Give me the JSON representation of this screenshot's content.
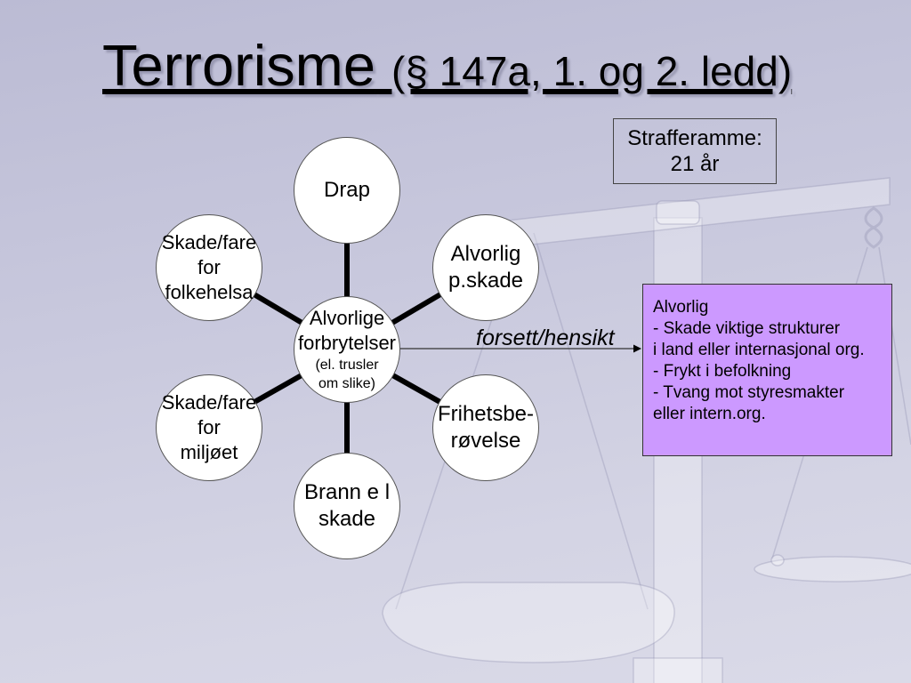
{
  "slide": {
    "title_main": "Terrorisme",
    "title_sub": "(§ 147a, 1. og 2. ledd)"
  },
  "penalty_box": {
    "label": "Strafferamme:",
    "value": "21 år"
  },
  "diagram": {
    "hub": {
      "lines": [
        "Alvorlige",
        "forbrytelser"
      ],
      "note_lines": [
        "(el. trusler",
        "om slike)"
      ]
    },
    "nodes": [
      {
        "lines": [
          "Drap"
        ]
      },
      {
        "lines": [
          "Alvorlig",
          "p.skade"
        ]
      },
      {
        "lines": [
          "Frihetsbe-",
          "røvelse"
        ]
      },
      {
        "lines": [
          "Brann e l",
          "skade"
        ]
      },
      {
        "lines": [
          "Skade/fare",
          "for",
          "miljøet"
        ]
      },
      {
        "lines": [
          "Skade/fare",
          "for",
          "folkehelsa"
        ]
      }
    ],
    "arrow_label": "forsett/hensikt"
  },
  "criteria_box": {
    "lines": [
      "Alvorlig",
      "- Skade viktige strukturer",
      "i land eller internasjonal org.",
      "- Frykt i befolkning",
      "- Tvang mot styresmakter",
      "eller intern.org."
    ]
  },
  "colors": {
    "criteria_fill": "#cc99ff",
    "node_fill": "#ffffff",
    "connector": "#000000"
  }
}
